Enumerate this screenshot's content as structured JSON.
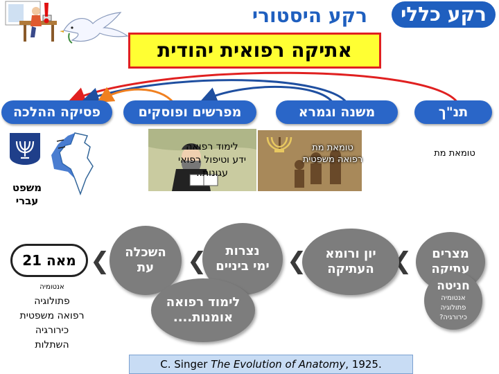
{
  "header": {
    "general_tag": "רקע כללי",
    "history_title": "רקע היסטורי",
    "main_title": "אתיקה רפואית יהודית"
  },
  "eras": {
    "tanakh": "תנ\"ך",
    "mishna": "משנה וגמרא",
    "commentators": "מפרשים ופוסקים",
    "halacha": "פסיקה ההלכה"
  },
  "era_notes": {
    "tanakh": "טומאת מת",
    "mishna": [
      "טומאת מת",
      "רפואה משפטית"
    ],
    "commentators": [
      "לימוד רפואה",
      "ידע וטיפול רפואי",
      "עגונות.."
    ],
    "halacha": [
      "משפט",
      "עברי"
    ]
  },
  "timeline": {
    "egypt": [
      "מצרים",
      "עתיקה"
    ],
    "greece_rome": [
      "יון ורומא",
      "העתיקה"
    ],
    "middle_ages": [
      "נצרות",
      "ימי ביניים"
    ],
    "enlightenment": [
      "השכלה",
      "עת"
    ],
    "century_21": "מאה 21"
  },
  "egypt_notes": {
    "heading": "חניטה",
    "items": [
      "אנטומיה",
      "פתולוגיה",
      "כירורגיה?"
    ]
  },
  "middle_note": [
    "לימוד רפואה",
    "אומנות...."
  ],
  "modern_notes": [
    "אנטומיה",
    "פתולוגיה",
    "רפואה משפטית",
    "כירורגיה",
    "השתלות"
  ],
  "citation": {
    "author": "C. Singer",
    "title": "The Evolution of Anatomy",
    "year": ", 1925."
  },
  "colors": {
    "pill_blue": "#2a66c8",
    "title_yellow": "#ffff33",
    "title_border_red": "#e02020",
    "circle_grey": "#7d7d7d"
  }
}
